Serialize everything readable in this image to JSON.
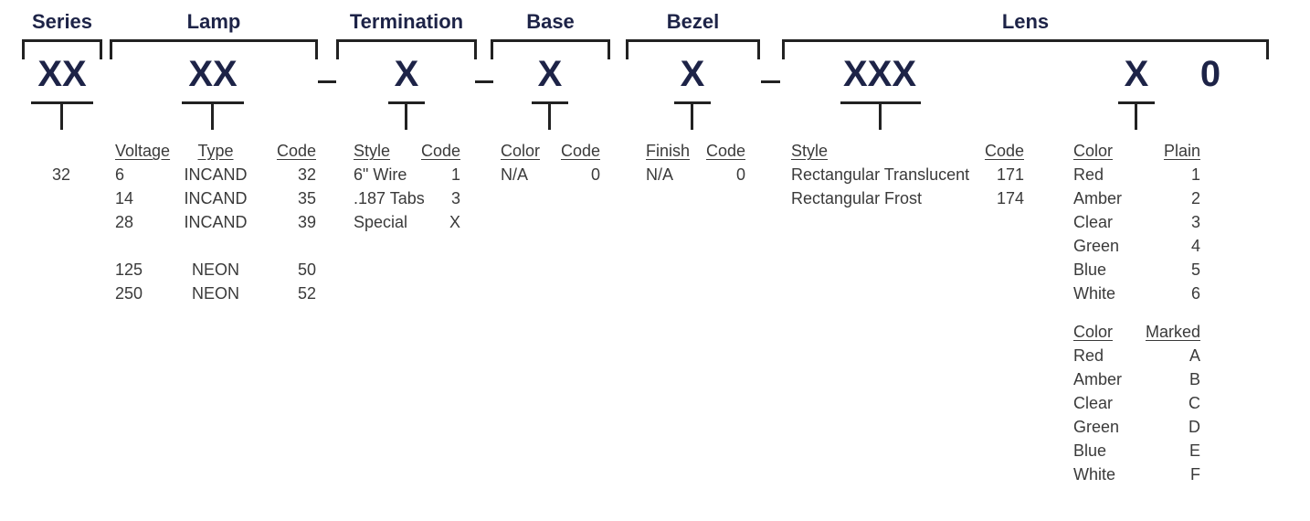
{
  "headers": {
    "series": "Series",
    "lamp": "Lamp",
    "termination": "Termination",
    "base": "Base",
    "bezel": "Bezel",
    "lens": "Lens"
  },
  "codes": {
    "series": "XX",
    "lamp": "XX",
    "termination": "X",
    "base": "X",
    "bezel": "X",
    "lens_style": "XXX",
    "lens_color": "X",
    "lens_suffix": "0"
  },
  "series": {
    "value": "32"
  },
  "lamp": {
    "headers": {
      "voltage": "Voltage",
      "type": "Type",
      "code": "Code"
    },
    "rows": [
      {
        "voltage": "6",
        "type": "INCAND",
        "code": "32"
      },
      {
        "voltage": "14",
        "type": "INCAND",
        "code": "35"
      },
      {
        "voltage": "28",
        "type": "INCAND",
        "code": "39"
      },
      {
        "voltage": "125",
        "type": "NEON",
        "code": "50"
      },
      {
        "voltage": "250",
        "type": "NEON",
        "code": "52"
      }
    ]
  },
  "termination": {
    "headers": {
      "style": "Style",
      "code": "Code"
    },
    "rows": [
      {
        "style": "6\" Wire",
        "code": "1"
      },
      {
        "style": ".187 Tabs",
        "code": "3"
      },
      {
        "style": "Special",
        "code": "X"
      }
    ]
  },
  "base": {
    "headers": {
      "color": "Color",
      "code": "Code"
    },
    "rows": [
      {
        "color": "N/A",
        "code": "0"
      }
    ]
  },
  "bezel": {
    "headers": {
      "finish": "Finish",
      "code": "Code"
    },
    "rows": [
      {
        "finish": "N/A",
        "code": "0"
      }
    ]
  },
  "lens_style": {
    "headers": {
      "style": "Style",
      "code": "Code"
    },
    "rows": [
      {
        "style": "Rectangular Translucent",
        "code": "171"
      },
      {
        "style": "Rectangular Frost",
        "code": "174"
      }
    ]
  },
  "lens_plain": {
    "headers": {
      "color": "Color",
      "plain": "Plain"
    },
    "rows": [
      {
        "color": "Red",
        "code": "1"
      },
      {
        "color": "Amber",
        "code": "2"
      },
      {
        "color": "Clear",
        "code": "3"
      },
      {
        "color": "Green",
        "code": "4"
      },
      {
        "color": "Blue",
        "code": "5"
      },
      {
        "color": "White",
        "code": "6"
      }
    ]
  },
  "lens_marked": {
    "headers": {
      "color": "Color",
      "marked": "Marked"
    },
    "rows": [
      {
        "color": "Red",
        "code": "A"
      },
      {
        "color": "Amber",
        "code": "B"
      },
      {
        "color": "Clear",
        "code": "C"
      },
      {
        "color": "Green",
        "code": "D"
      },
      {
        "color": "Blue",
        "code": "E"
      },
      {
        "color": "White",
        "code": "F"
      }
    ]
  }
}
